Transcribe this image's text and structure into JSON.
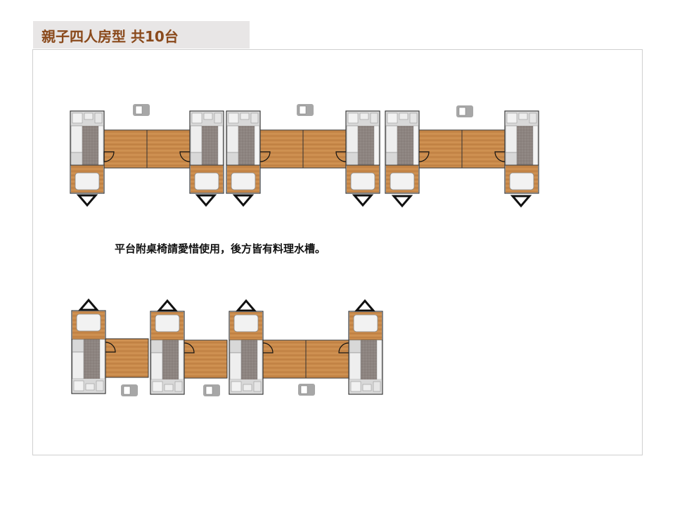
{
  "header": {
    "title": "親子四人房型 共10台"
  },
  "note": "平台附桌椅請愛惜使用，後方皆有料理水槽。",
  "colors": {
    "wood": "#c98a4b",
    "frame": "#cfcfcf",
    "title_text": "#8a4a1c",
    "title_bg": "#e8e6e6"
  },
  "layout_groups": [
    {
      "row": "top",
      "cabins": 2,
      "orientation": "entrance-bottom"
    },
    {
      "row": "top",
      "cabins": 2,
      "orientation": "entrance-bottom"
    },
    {
      "row": "top",
      "cabins": 2,
      "orientation": "entrance-bottom"
    },
    {
      "row": "bottom",
      "cabins": 1,
      "orientation": "entrance-top"
    },
    {
      "row": "bottom",
      "cabins": 1,
      "orientation": "entrance-top"
    },
    {
      "row": "bottom",
      "cabins": 2,
      "orientation": "entrance-top"
    }
  ],
  "icons": [
    "cabin-icon",
    "wood-deck-icon",
    "sink-icon",
    "entrance-arrow-icon",
    "door-swing-icon"
  ]
}
